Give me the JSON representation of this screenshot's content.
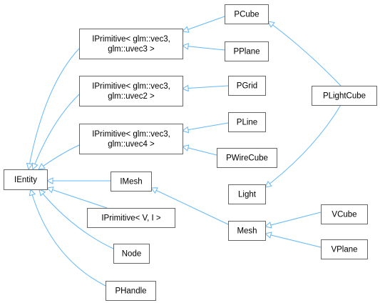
{
  "diagram": {
    "type": "class-inheritance-graph",
    "edge_color": "#63b8ff",
    "node_border_color": "#666666",
    "node_fill_color": "#ffffff",
    "nodes": [
      {
        "id": "ientity",
        "lines": [
          "IEntity"
        ]
      },
      {
        "id": "iprim_vec3_uvec3",
        "lines": [
          "IPrimitive< glm::vec3,",
          "glm::uvec3 >"
        ]
      },
      {
        "id": "iprim_vec3_uvec2",
        "lines": [
          "IPrimitive< glm::vec3,",
          "glm::uvec2 >"
        ]
      },
      {
        "id": "iprim_vec3_uvec4",
        "lines": [
          "IPrimitive< glm::vec3,",
          "glm::uvec4 >"
        ]
      },
      {
        "id": "imesh",
        "lines": [
          "IMesh"
        ]
      },
      {
        "id": "iprim_v_i",
        "lines": [
          "IPrimitive< V, I >"
        ]
      },
      {
        "id": "node",
        "lines": [
          "Node"
        ]
      },
      {
        "id": "phandle",
        "lines": [
          "PHandle"
        ]
      },
      {
        "id": "pcube",
        "lines": [
          "PCube"
        ]
      },
      {
        "id": "pplane",
        "lines": [
          "PPlane"
        ]
      },
      {
        "id": "pgrid",
        "lines": [
          "PGrid"
        ]
      },
      {
        "id": "pline",
        "lines": [
          "PLine"
        ]
      },
      {
        "id": "pwirecube",
        "lines": [
          "PWireCube"
        ]
      },
      {
        "id": "light",
        "lines": [
          "Light"
        ]
      },
      {
        "id": "mesh",
        "lines": [
          "Mesh"
        ]
      },
      {
        "id": "plightcube",
        "lines": [
          "PLightCube"
        ]
      },
      {
        "id": "vcube",
        "lines": [
          "VCube"
        ]
      },
      {
        "id": "vplane",
        "lines": [
          "VPlane"
        ]
      }
    ],
    "edges": [
      {
        "from": "iprim_vec3_uvec3",
        "to": "ientity"
      },
      {
        "from": "iprim_vec3_uvec2",
        "to": "ientity"
      },
      {
        "from": "iprim_vec3_uvec4",
        "to": "ientity"
      },
      {
        "from": "imesh",
        "to": "ientity"
      },
      {
        "from": "iprim_v_i",
        "to": "ientity"
      },
      {
        "from": "node",
        "to": "ientity"
      },
      {
        "from": "phandle",
        "to": "ientity"
      },
      {
        "from": "pcube",
        "to": "iprim_vec3_uvec3"
      },
      {
        "from": "pplane",
        "to": "iprim_vec3_uvec3"
      },
      {
        "from": "pgrid",
        "to": "iprim_vec3_uvec2"
      },
      {
        "from": "pline",
        "to": "iprim_vec3_uvec4"
      },
      {
        "from": "pwirecube",
        "to": "iprim_vec3_uvec4"
      },
      {
        "from": "mesh",
        "to": "imesh"
      },
      {
        "from": "plightcube",
        "to": "pcube"
      },
      {
        "from": "plightcube",
        "to": "light"
      },
      {
        "from": "vcube",
        "to": "mesh"
      },
      {
        "from": "vplane",
        "to": "mesh"
      }
    ]
  }
}
